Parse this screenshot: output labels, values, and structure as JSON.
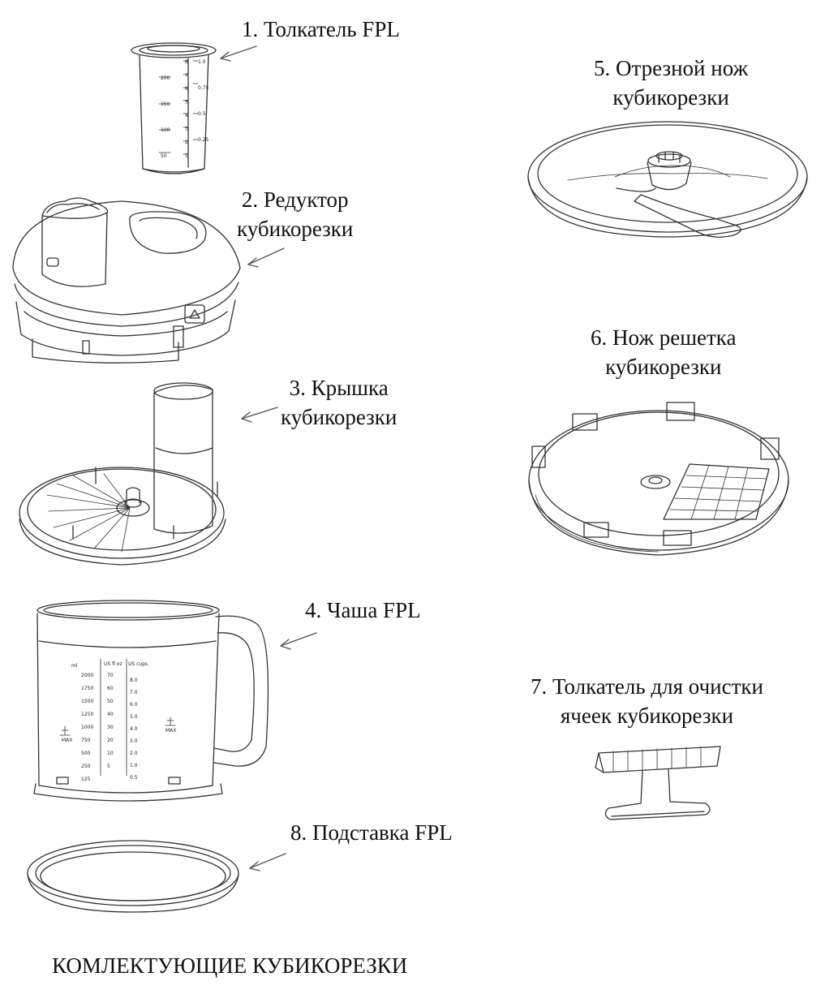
{
  "parts": {
    "pusher": {
      "line1": "1. Толкатель FPL"
    },
    "gearbox": {
      "line1": "2. Редуктор",
      "line2": "кубикорезки"
    },
    "lid": {
      "line1": "3. Крышка",
      "line2": "кубикорезки"
    },
    "bowl": {
      "line1": "4. Чаша FPL"
    },
    "cutting_knife": {
      "line1": "5. Отрезной нож",
      "line2": "кубикорезки"
    },
    "grid_knife": {
      "line1": "6. Нож решетка",
      "line2": "кубикорезки"
    },
    "cleaning_pusher": {
      "line1": "7. Толкатель для очистки",
      "line2": "ячеек кубикорезки"
    },
    "stand": {
      "line1": "8. Подставка FPL"
    }
  },
  "bowl_scale": {
    "headers": [
      "ml",
      "US fl oz",
      "US cups"
    ],
    "ml": [
      "2000",
      "1750",
      "1500",
      "1250",
      "1000",
      "750",
      "500",
      "250",
      "125"
    ],
    "oz": [
      "70",
      "60",
      "50",
      "40",
      "30",
      "20",
      "10",
      "5"
    ],
    "cups": [
      "8.0",
      "7.0",
      "6.0",
      "5.0",
      "4.0",
      "3.0",
      "2.0",
      "1.0",
      "0.5"
    ],
    "max_label": "MAX"
  },
  "pusher_scale": {
    "left": [
      "200",
      "150",
      "100",
      "50"
    ],
    "mid": [
      "8",
      "7",
      "6",
      "5",
      "4",
      "3",
      "2",
      "1"
    ],
    "right": [
      "1.0",
      "0.75",
      "0.5",
      "0.25"
    ]
  },
  "caption": "КОМЛЕКТУЮЩИЕ КУБИКОРЕЗКИ"
}
